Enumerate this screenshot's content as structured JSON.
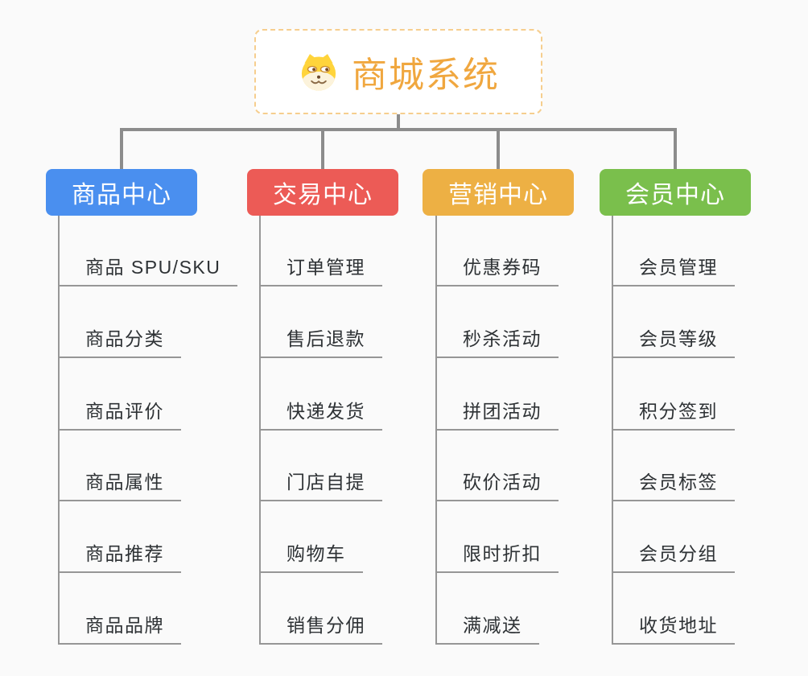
{
  "root": {
    "title": "商城系统",
    "title_color": "#F0A73F",
    "border_color": "#F6CE8E",
    "icon": "dog-face-icon"
  },
  "connector_color": "#8C8C8C",
  "background_color": "#FAFAFA",
  "branches": [
    {
      "label": "商品中心",
      "color": "#4A8FEF",
      "items": [
        "商品 SPU/SKU",
        "商品分类",
        "商品评价",
        "商品属性",
        "商品推荐",
        "商品品牌"
      ]
    },
    {
      "label": "交易中心",
      "color": "#EC5B56",
      "items": [
        "订单管理",
        "售后退款",
        "快递发货",
        "门店自提",
        "购物车",
        "销售分佣"
      ]
    },
    {
      "label": "营销中心",
      "color": "#EDB044",
      "items": [
        "优惠券码",
        "秒杀活动",
        "拼团活动",
        "砍价活动",
        "限时折扣",
        "满减送"
      ]
    },
    {
      "label": "会员中心",
      "color": "#7ABF4C",
      "items": [
        "会员管理",
        "会员等级",
        "积分签到",
        "会员标签",
        "会员分组",
        "收货地址"
      ]
    }
  ]
}
